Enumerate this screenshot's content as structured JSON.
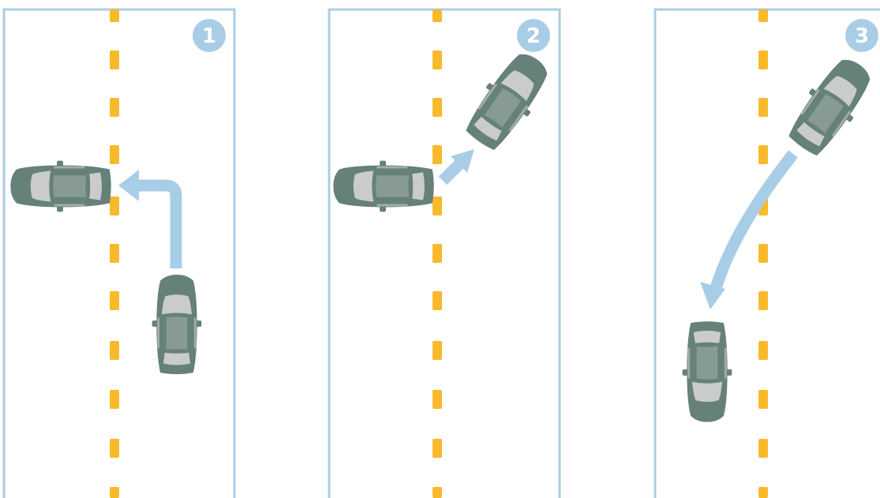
{
  "panels": [
    {
      "step": "1"
    },
    {
      "step": "2"
    },
    {
      "step": "3"
    }
  ],
  "colors": {
    "frame": "#a9cde6",
    "centerline": "#f8b92b",
    "car": "#66807a",
    "glass": "#c9cccb",
    "arrow": "#a9cde6"
  }
}
